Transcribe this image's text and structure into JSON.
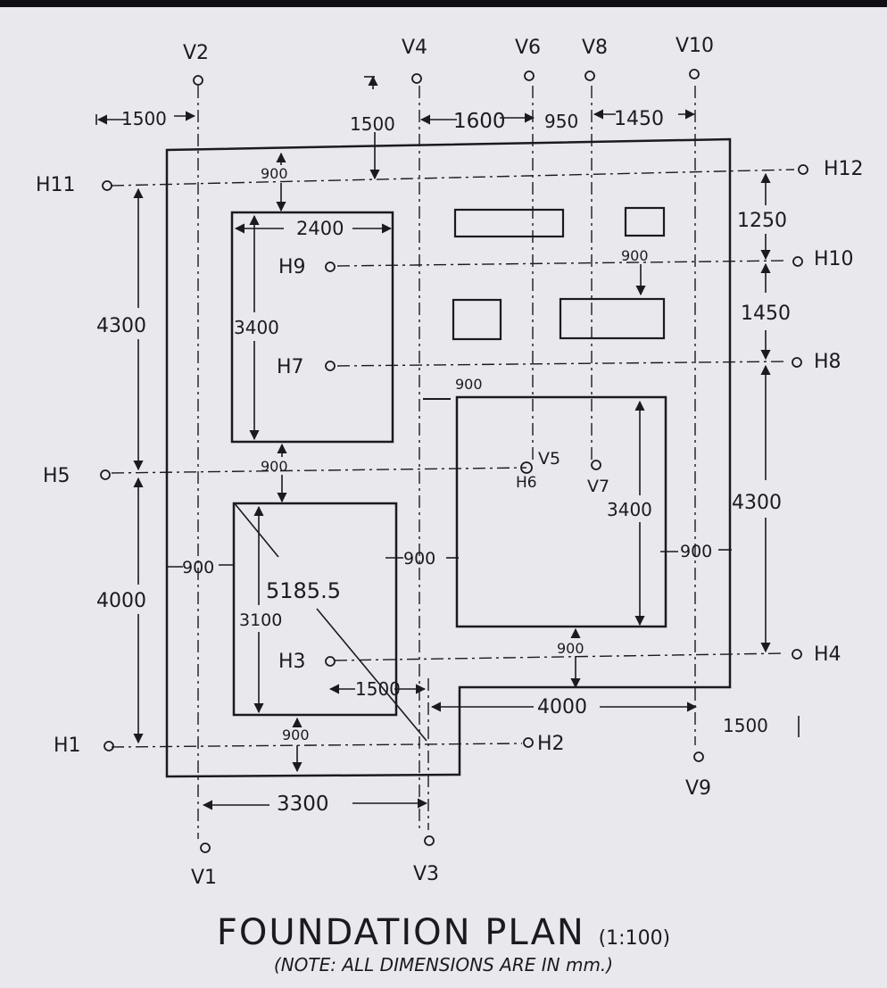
{
  "title": "FOUNDATION PLAN",
  "scale": "(1:100)",
  "note": "(NOTE: ALL DIMENSIONS ARE IN mm.)",
  "grid_labels": {
    "V1": "V1",
    "V2": "V2",
    "V3": "V3",
    "V4": "V4",
    "V5": "V5",
    "V6": "V6",
    "V7": "V7",
    "V8": "V8",
    "V9": "V9",
    "V10": "V10",
    "H1": "H1",
    "H2": "H2",
    "H3": "H3",
    "H4": "H4",
    "H5": "H5",
    "H6": "H6",
    "H7": "H7",
    "H8": "H8",
    "H9": "H9",
    "H10": "H10",
    "H11": "H11",
    "H12": "H12"
  },
  "dimensions": {
    "top_1500_left": "1500",
    "top_1500_mid": "1500",
    "top_1600": "1600",
    "top_950": "950",
    "top_1450": "1450",
    "left_4300": "4300",
    "left_4000": "4000",
    "right_1250": "1250",
    "right_1450": "1450",
    "right_4300": "4300",
    "room1_900_top": "900",
    "room1_2400": "2400",
    "room1_3400": "3400",
    "room2_900_top": "900",
    "room2_3100": "3100",
    "room2_900_left": "900",
    "room2_900_bottom": "900",
    "diag_5185": "5185.5",
    "mid_900_right": "900",
    "room3_900_topleft": "900",
    "room3_3400": "3400",
    "room3_900_right": "900",
    "room3_900_bottom": "900",
    "upper_900": "900",
    "bottom_1500_mid": "1500",
    "bottom_4000": "4000",
    "bottom_1500_right": "1500",
    "bottom_3300": "3300"
  }
}
